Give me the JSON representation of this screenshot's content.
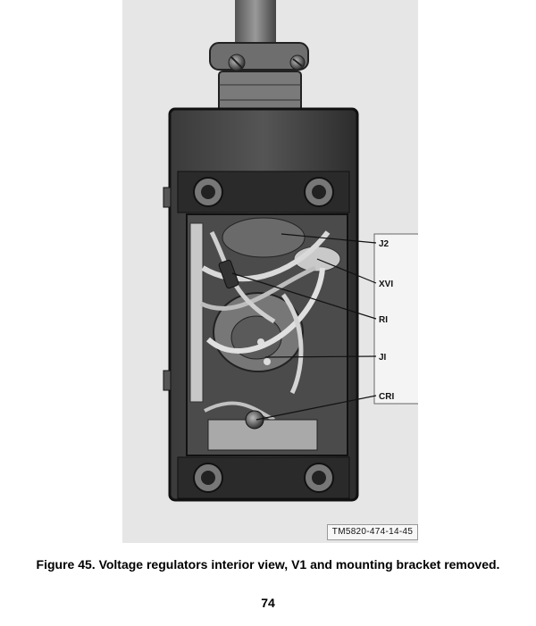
{
  "figure": {
    "callouts": [
      {
        "id": "j2",
        "label": "J2"
      },
      {
        "id": "xv1",
        "label": "XVI"
      },
      {
        "id": "r1",
        "label": "RI"
      },
      {
        "id": "j1",
        "label": "JI"
      },
      {
        "id": "cr1",
        "label": "CRI"
      }
    ],
    "figure_id": "TM5820-474-14-45",
    "caption": "Figure 45.  Voltage regulators interior view,  V1 and mounting bracket removed."
  },
  "page": {
    "number": "74"
  }
}
